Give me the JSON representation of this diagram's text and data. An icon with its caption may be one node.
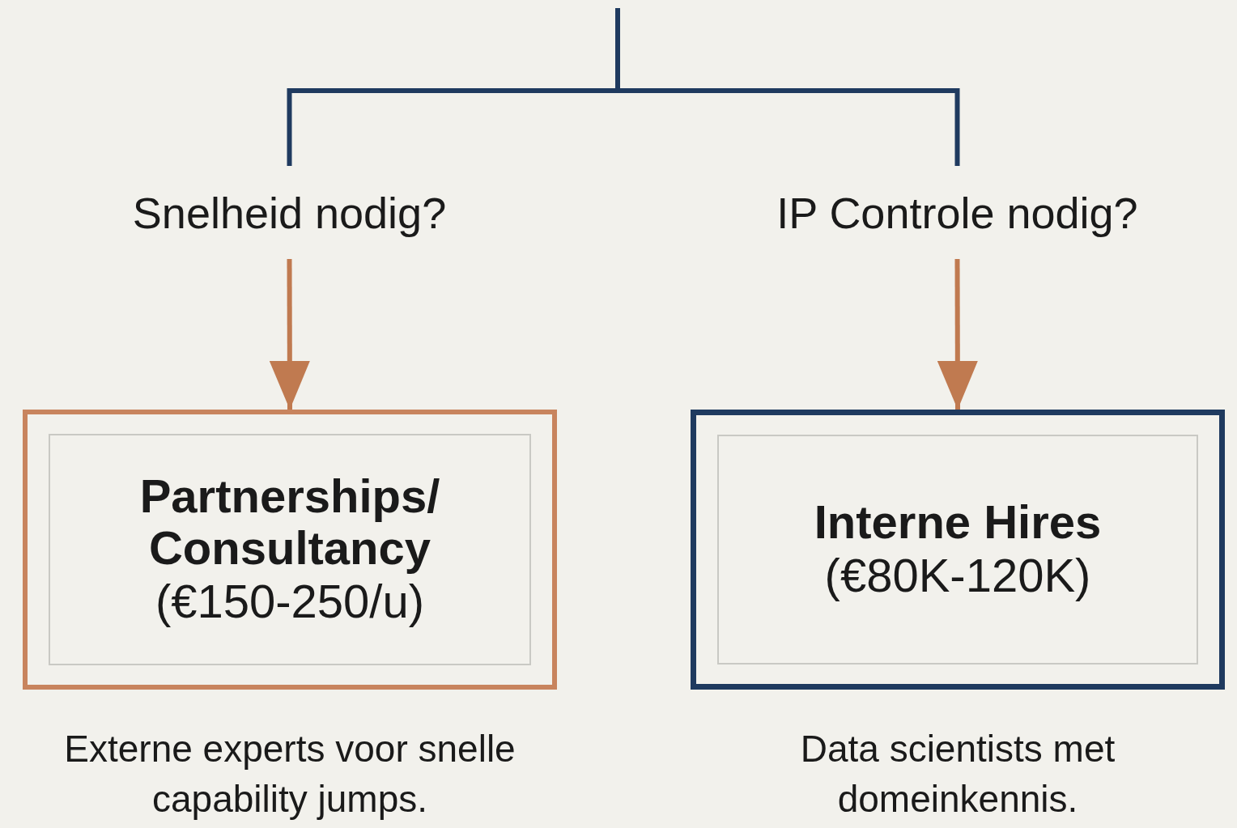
{
  "diagram": {
    "nodes": [
      {
        "text": [
          "Snelheid nodig?"
        ]
      },
      {
        "text": [
          "IP Controle nodig?"
        ]
      },
      {
        "text": [
          "Partnerships/ Consultancy",
          "(€150-250/u)"
        ],
        "beside": [
          "Externe experts voor snelle capability jumps."
        ]
      },
      {
        "text": [
          "Interne Hires",
          "(€80K-120K)"
        ],
        "beside": [
          "Data scientists met domeinkennis."
        ]
      }
    ],
    "edges": [
      {
        "from": null,
        "to": 0,
        "arrow": "none",
        "color": "#1f3a5f"
      },
      {
        "from": null,
        "to": 1,
        "arrow": "none",
        "color": "#1f3a5f"
      },
      {
        "from": 0,
        "to": 2,
        "arrow": "to",
        "color": "#c07a50"
      },
      {
        "from": 1,
        "to": 3,
        "arrow": "to",
        "color": "#c07a50"
      }
    ]
  }
}
